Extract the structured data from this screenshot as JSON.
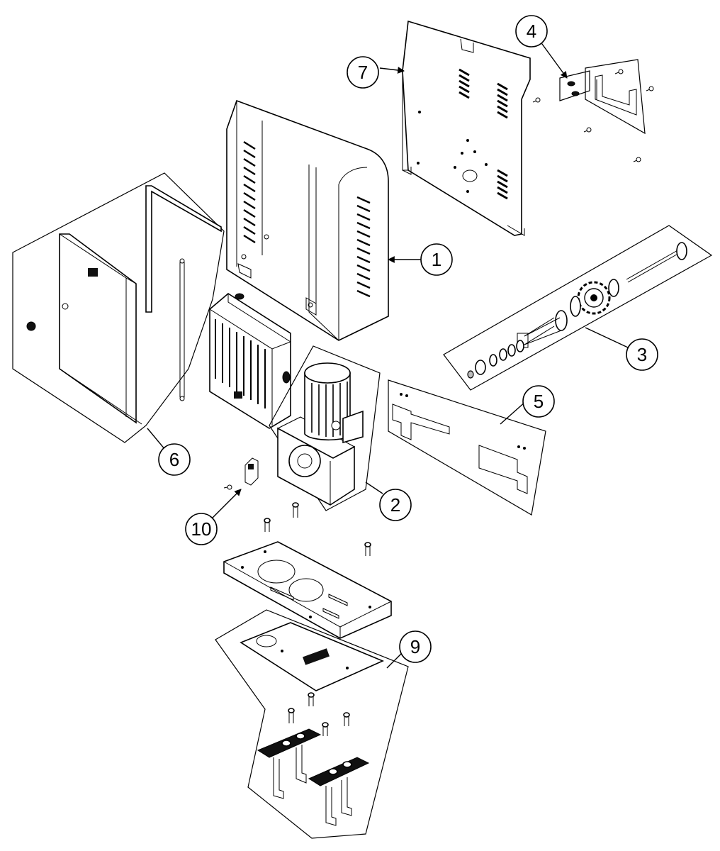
{
  "callouts": [
    {
      "id": "c1",
      "label": "1"
    },
    {
      "id": "c2",
      "label": "2"
    },
    {
      "id": "c3",
      "label": "3"
    },
    {
      "id": "c4",
      "label": "4"
    },
    {
      "id": "c5",
      "label": "5"
    },
    {
      "id": "c6",
      "label": "6"
    },
    {
      "id": "c7",
      "label": "7"
    },
    {
      "id": "c9",
      "label": "9"
    },
    {
      "id": "c10",
      "label": "10"
    }
  ]
}
